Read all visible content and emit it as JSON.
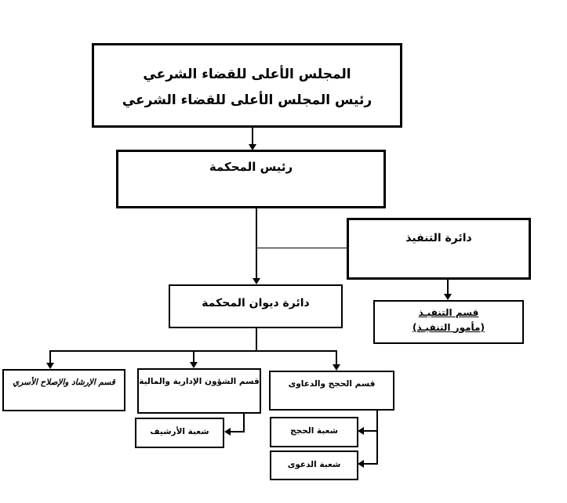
{
  "diagram": {
    "type": "org-chart",
    "background_color": "#ffffff",
    "line_color": "#000000",
    "box_border_color": "#000000",
    "text_color": "#000000",
    "nodes": {
      "supreme_council": {
        "line1": "المجلس الأعلى للقضاء الشرعي",
        "line2": "رئيس المجلس الأعلى للقضاء الشرعي"
      },
      "court_president": {
        "label": "رئيس المحكمة"
      },
      "execution_department": {
        "label": "دائرة التنفيذ"
      },
      "execution_section": {
        "line1": "قسم التنفيـذ",
        "line2": "(مأمور التنفيـذ)"
      },
      "court_diwan_department": {
        "label": "دائرة ديوان المحكمة"
      },
      "guidance_family_reform_section": {
        "label": "قسم الإرشاد والإصلاح الأسري"
      },
      "admin_financial_affairs_section": {
        "label": "قسم الشؤون الإدارية والمالية"
      },
      "deeds_lawsuits_section": {
        "label": "قسم الحجج والدعاوى"
      },
      "archive_division": {
        "label": "شعبة الأرشيف"
      },
      "deeds_division": {
        "label": "شعبة الحجج"
      },
      "lawsuit_division": {
        "label": "شعبة الدعوى"
      }
    },
    "hierarchy": {
      "root": "supreme_council",
      "edges": [
        [
          "supreme_council",
          "court_president"
        ],
        [
          "court_president",
          "execution_department"
        ],
        [
          "court_president",
          "court_diwan_department"
        ],
        [
          "execution_department",
          "execution_section"
        ],
        [
          "court_diwan_department",
          "guidance_family_reform_section"
        ],
        [
          "court_diwan_department",
          "admin_financial_affairs_section"
        ],
        [
          "court_diwan_department",
          "deeds_lawsuits_section"
        ],
        [
          "admin_financial_affairs_section",
          "archive_division"
        ],
        [
          "deeds_lawsuits_section",
          "deeds_division"
        ],
        [
          "deeds_lawsuits_section",
          "lawsuit_division"
        ]
      ]
    }
  }
}
